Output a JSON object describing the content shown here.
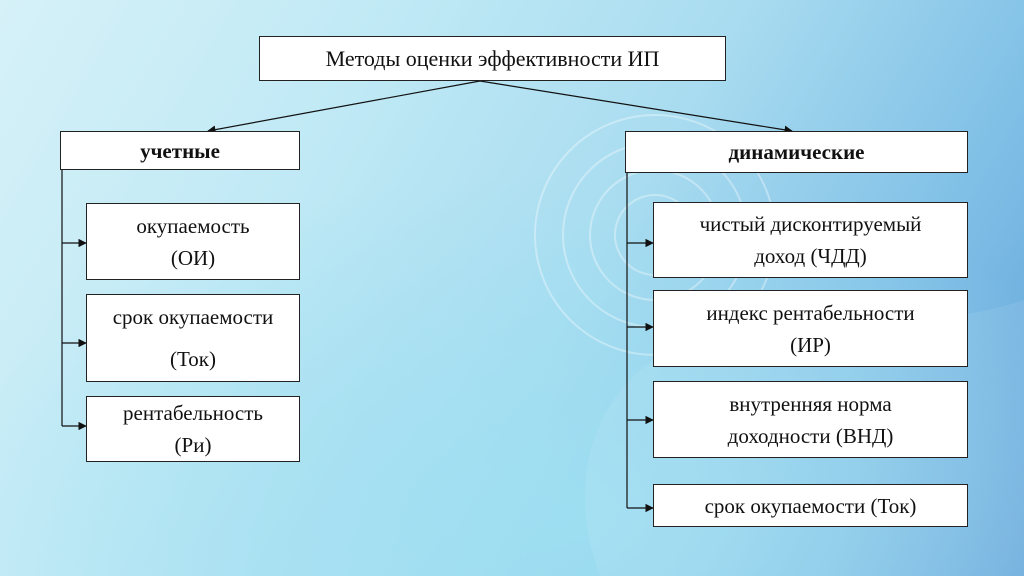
{
  "title": "Методы оценки эффективности ИП",
  "groups": [
    {
      "heading": "учетные",
      "items": [
        "окупаемость\n(ОИ)",
        "срок окупаемости\n(Ток)",
        "рентабельность\n(Ри)"
      ]
    },
    {
      "heading": "динамические",
      "items": [
        "чистый дисконтируемый\nдоход (ЧДД)",
        "индекс рентабельности\n(ИР)",
        "внутренняя норма\nдоходности (ВНД)",
        "срок окупаемости (Ток)"
      ]
    }
  ]
}
